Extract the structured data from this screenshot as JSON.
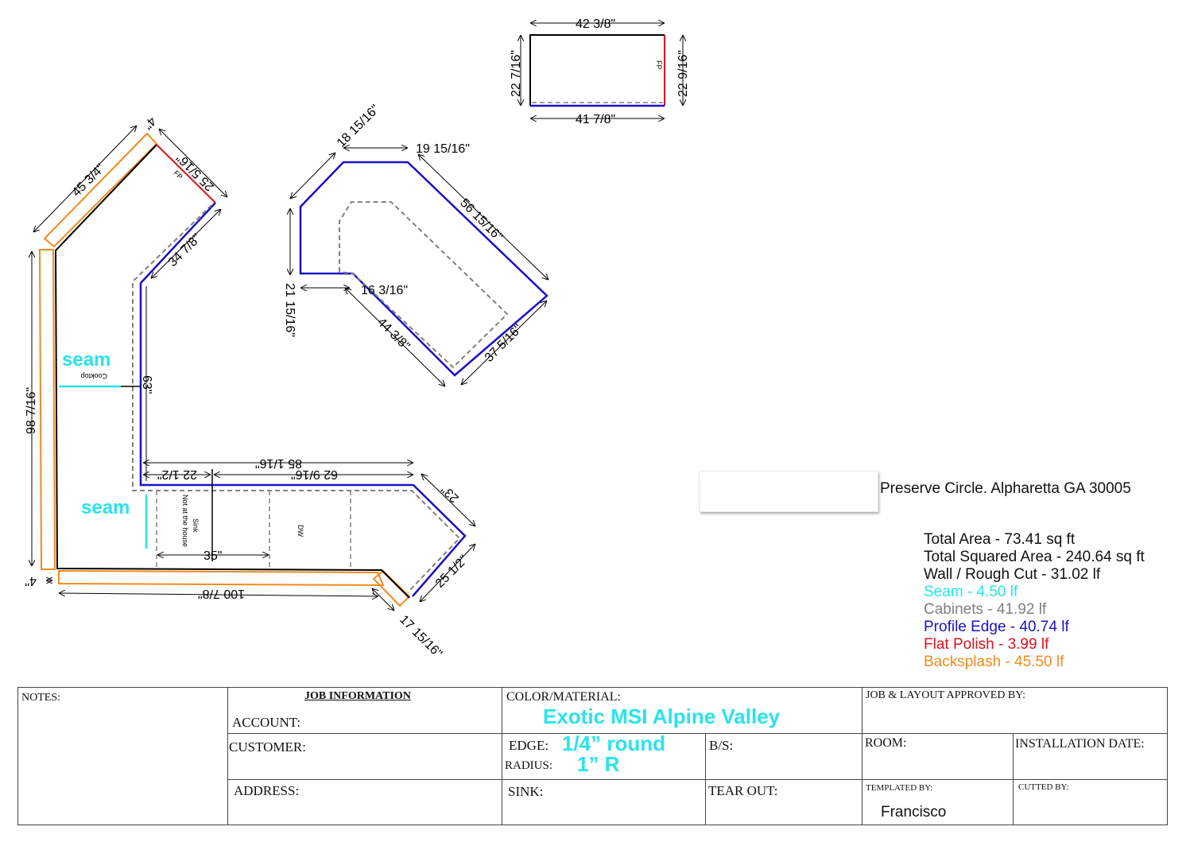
{
  "colors": {
    "seam": "#29e3ec",
    "cabinets": "#808080",
    "profile_edge": "#1a12c8",
    "flat_polish": "#e0101e",
    "backsplash": "#f28a1e",
    "wall": "#000000"
  },
  "piece_main": {
    "dims": {
      "bs_top_len": "45 3/4\"",
      "bs_top_w": "4\"",
      "fp": "25 5/16\"",
      "fp_mark": "FP",
      "diag_inner": "34 7/8\"",
      "left_len": "98 7/16\"",
      "inner_vertical": "63\"",
      "top_run": "85 1/16\"",
      "run_a": "22 1/2\"",
      "run_b": "62 9/16\"",
      "angle_a": "23\"",
      "angle_b": "25 1/2\"",
      "bottom_len": "100 7/8\"",
      "bs_left_w": "4\"",
      "bs_corner": "17 15/16\"",
      "sink_w": "35\""
    },
    "labels": {
      "seam_1": "seam",
      "seam_2": "seam",
      "cooktop": "Cooktop",
      "sink": "Sink",
      "sink_note": "Not at the house",
      "dw": "DW"
    }
  },
  "piece_island": {
    "dims": {
      "a": "18 15/16\"",
      "b": "19 15/16\"",
      "c": "56 15/16\"",
      "d": "21 15/16\"",
      "e": "16 3/16\"",
      "f": "44 3/8\"",
      "g": "37 5/16\""
    }
  },
  "piece_small": {
    "dims": {
      "top": "42 3/8\"",
      "bottom": "41 7/8\"",
      "left": "22 7/16\"",
      "right": "22 9/16\"",
      "fp_mark": "FP"
    }
  },
  "address": "Preserve Circle. Alpharetta GA 30005",
  "summary": [
    {
      "text": "Total Area - 73.41 sq ft",
      "color": "#111111"
    },
    {
      "text": "Total Squared Area - 240.64 sq ft",
      "color": "#111111"
    },
    {
      "text": "Wall / Rough Cut - 31.02 lf",
      "color": "#111111"
    },
    {
      "text": "Seam - 4.50 lf",
      "color": "#29e3ec"
    },
    {
      "text": "Cabinets  - 41.92 lf",
      "color": "#808080"
    },
    {
      "text": "Profile Edge - 40.74 lf",
      "color": "#1a12c8"
    },
    {
      "text": "Flat Polish - 3.99 lf",
      "color": "#e0101e"
    },
    {
      "text": "Backsplash - 45.50 lf",
      "color": "#f28a1e"
    }
  ],
  "form": {
    "notes": "NOTES:",
    "job_info": "JOB INFORMATION",
    "account": "ACCOUNT:",
    "customer": "CUSTOMER:",
    "address": "ADDRESS:",
    "color_material": "COLOR/MATERIAL:",
    "color_value": "Exotic MSI Alpine Valley",
    "edge": "EDGE:",
    "edge_value": "1/4” round",
    "radius": "RADIUS:",
    "radius_value": "1” R",
    "bs": "B/S:",
    "sink": "SINK:",
    "tear_out": "TEAR OUT:",
    "approved": "JOB & LAYOUT APPROVED BY:",
    "room": "ROOM:",
    "install_date": "INSTALLATION DATE:",
    "templated_by": "TEMPLATED BY:",
    "templated_value": "Francisco",
    "cutted_by": "CUTTED BY:"
  }
}
